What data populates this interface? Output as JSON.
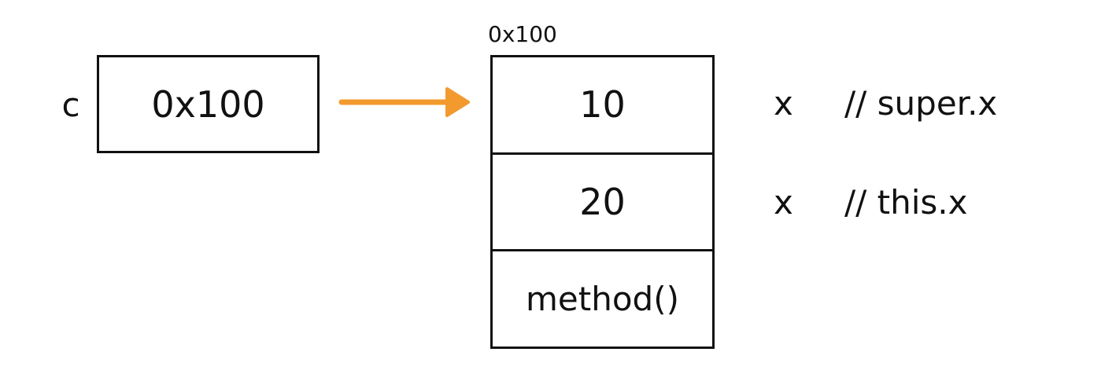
{
  "variable": {
    "name": "c",
    "value": "0x100"
  },
  "object": {
    "address": "0x100",
    "cells": [
      "10",
      "20",
      "method()"
    ]
  },
  "fields": [
    {
      "name": "x",
      "comment": "// super.x"
    },
    {
      "name": "x",
      "comment": "// this.x"
    }
  ],
  "colors": {
    "arrow": "#F29A2E",
    "stroke": "#111111"
  },
  "icons": {
    "pointer": "arrow-right-icon"
  }
}
